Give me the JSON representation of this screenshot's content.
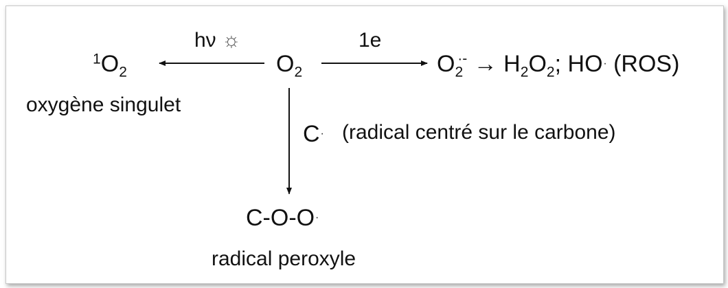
{
  "center": {
    "main": "O",
    "sub": "2"
  },
  "left_product": {
    "sup": "1",
    "main": "O",
    "sub": "2",
    "name": "oxygène singulet"
  },
  "left_arrow": {
    "label": "hν",
    "icon": "sun-icon",
    "glyph": "☼"
  },
  "right_arrow": {
    "label": "1e"
  },
  "right_product": {
    "o2_main": "O",
    "o2_sub": "2",
    "o2_sup": "·-",
    "arrow": "→",
    "h2o2_a": "H",
    "h2o2_sub1": "2",
    "h2o2_b": "O",
    "h2o2_sub2": "2",
    "sep": ";",
    "ho": "HO",
    "dot": "·",
    "ros": "(ROS)"
  },
  "down_arrow": {
    "label": "C",
    "dot": "·",
    "note": "(radical centré sur le carbone)"
  },
  "bottom_product": {
    "formula": "C-O-O",
    "dot": "·",
    "name": "radical peroxyle"
  }
}
